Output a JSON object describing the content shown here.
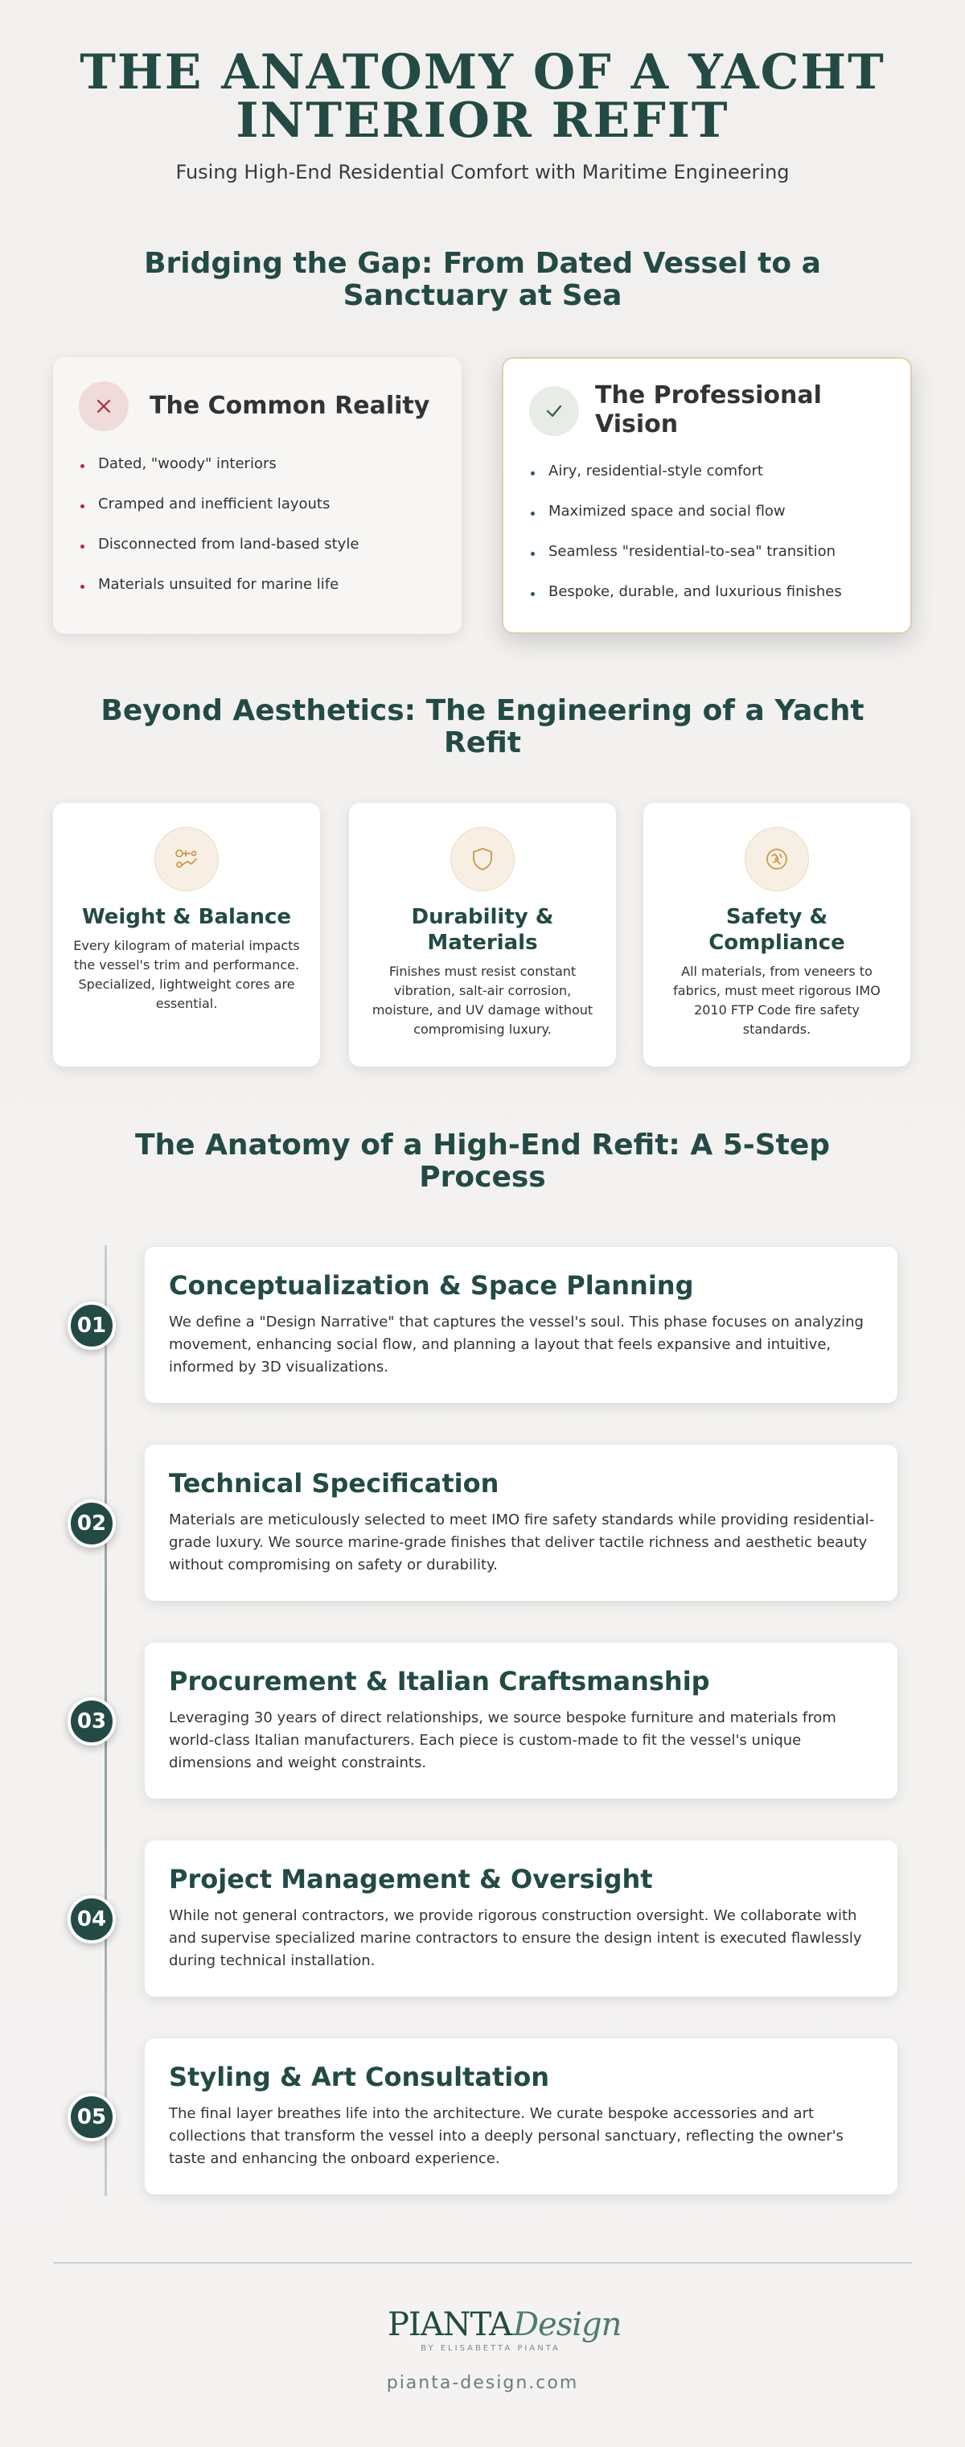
{
  "header": {
    "title": "THE ANATOMY OF A YACHT INTERIOR REFIT",
    "subtitle": "Fusing High-End Residential Comfort with Maritime Engineering"
  },
  "comparison": {
    "section_title": "Bridging the Gap: From Dated Vessel to a Sanctuary at Sea",
    "reality": {
      "icon": "x-icon",
      "title": "The Common Reality",
      "items": [
        "Dated, \"woody\" interiors",
        "Cramped and inefficient layouts",
        "Disconnected from land-based style",
        "Materials unsuited for marine life"
      ]
    },
    "vision": {
      "icon": "check-icon",
      "title": "The Professional Vision",
      "items": [
        "Airy, residential-style comfort",
        "Maximized space and social flow",
        "Seamless \"residential-to-sea\" transition",
        "Bespoke, durable, and luxurious finishes"
      ]
    }
  },
  "engineering": {
    "section_title": "Beyond Aesthetics: The Engineering of a Yacht Refit",
    "cards": [
      {
        "icon": "balance-scale-icon",
        "title": "Weight & Balance",
        "description": "Every kilogram of material impacts the vessel's trim and performance. Specialized, lightweight cores are essential."
      },
      {
        "icon": "shield-icon",
        "title": "Durability & Materials",
        "description": "Finishes must resist constant vibration, salt-air corrosion, moisture, and UV damage without compromising luxury."
      },
      {
        "icon": "compliance-badge-icon",
        "title": "Safety & Compliance",
        "description": "All materials, from veneers to fabrics, must meet rigorous IMO 2010 FTP Code fire safety standards."
      }
    ]
  },
  "process": {
    "section_title": "The Anatomy of a High-End Refit: A 5-Step Process",
    "steps": [
      {
        "number": "01",
        "title": "Conceptualization & Space Planning",
        "description": "We define a \"Design Narrative\" that captures the vessel's soul. This phase focuses on analyzing movement, enhancing social flow, and planning a layout that feels expansive and intuitive, informed by 3D visualizations."
      },
      {
        "number": "02",
        "title": "Technical Specification",
        "description": "Materials are meticulously selected to meet IMO fire safety standards while providing residential-grade luxury. We source marine-grade finishes that deliver tactile richness and aesthetic beauty without compromising on safety or durability."
      },
      {
        "number": "03",
        "title": "Procurement & Italian Craftsmanship",
        "description": "Leveraging 30 years of direct relationships, we source bespoke furniture and materials from world-class Italian manufacturers. Each piece is custom-made to fit the vessel's unique dimensions and weight constraints."
      },
      {
        "number": "04",
        "title": "Project Management & Oversight",
        "description": "While not general contractors, we provide rigorous construction oversight. We collaborate with and supervise specialized marine contractors to ensure the design intent is executed flawlessly during technical installation."
      },
      {
        "number": "05",
        "title": "Styling & Art Consultation",
        "description": "The final layer breathes life into the architecture. We curate bespoke accessories and art collections that transform the vessel into a deeply personal sanctuary, reflecting the owner's taste and enhancing the onboard experience."
      }
    ]
  },
  "footer": {
    "logo_main": "PIANTA",
    "logo_script": "Design",
    "logo_sub": "BY ELISABETTA PIANTA",
    "url": "pianta-design.com"
  },
  "colors": {
    "primary_green": "#234a44",
    "gold_accent": "#c89a4e",
    "negative_red": "#a8323b",
    "background": "#f2f0ee"
  }
}
